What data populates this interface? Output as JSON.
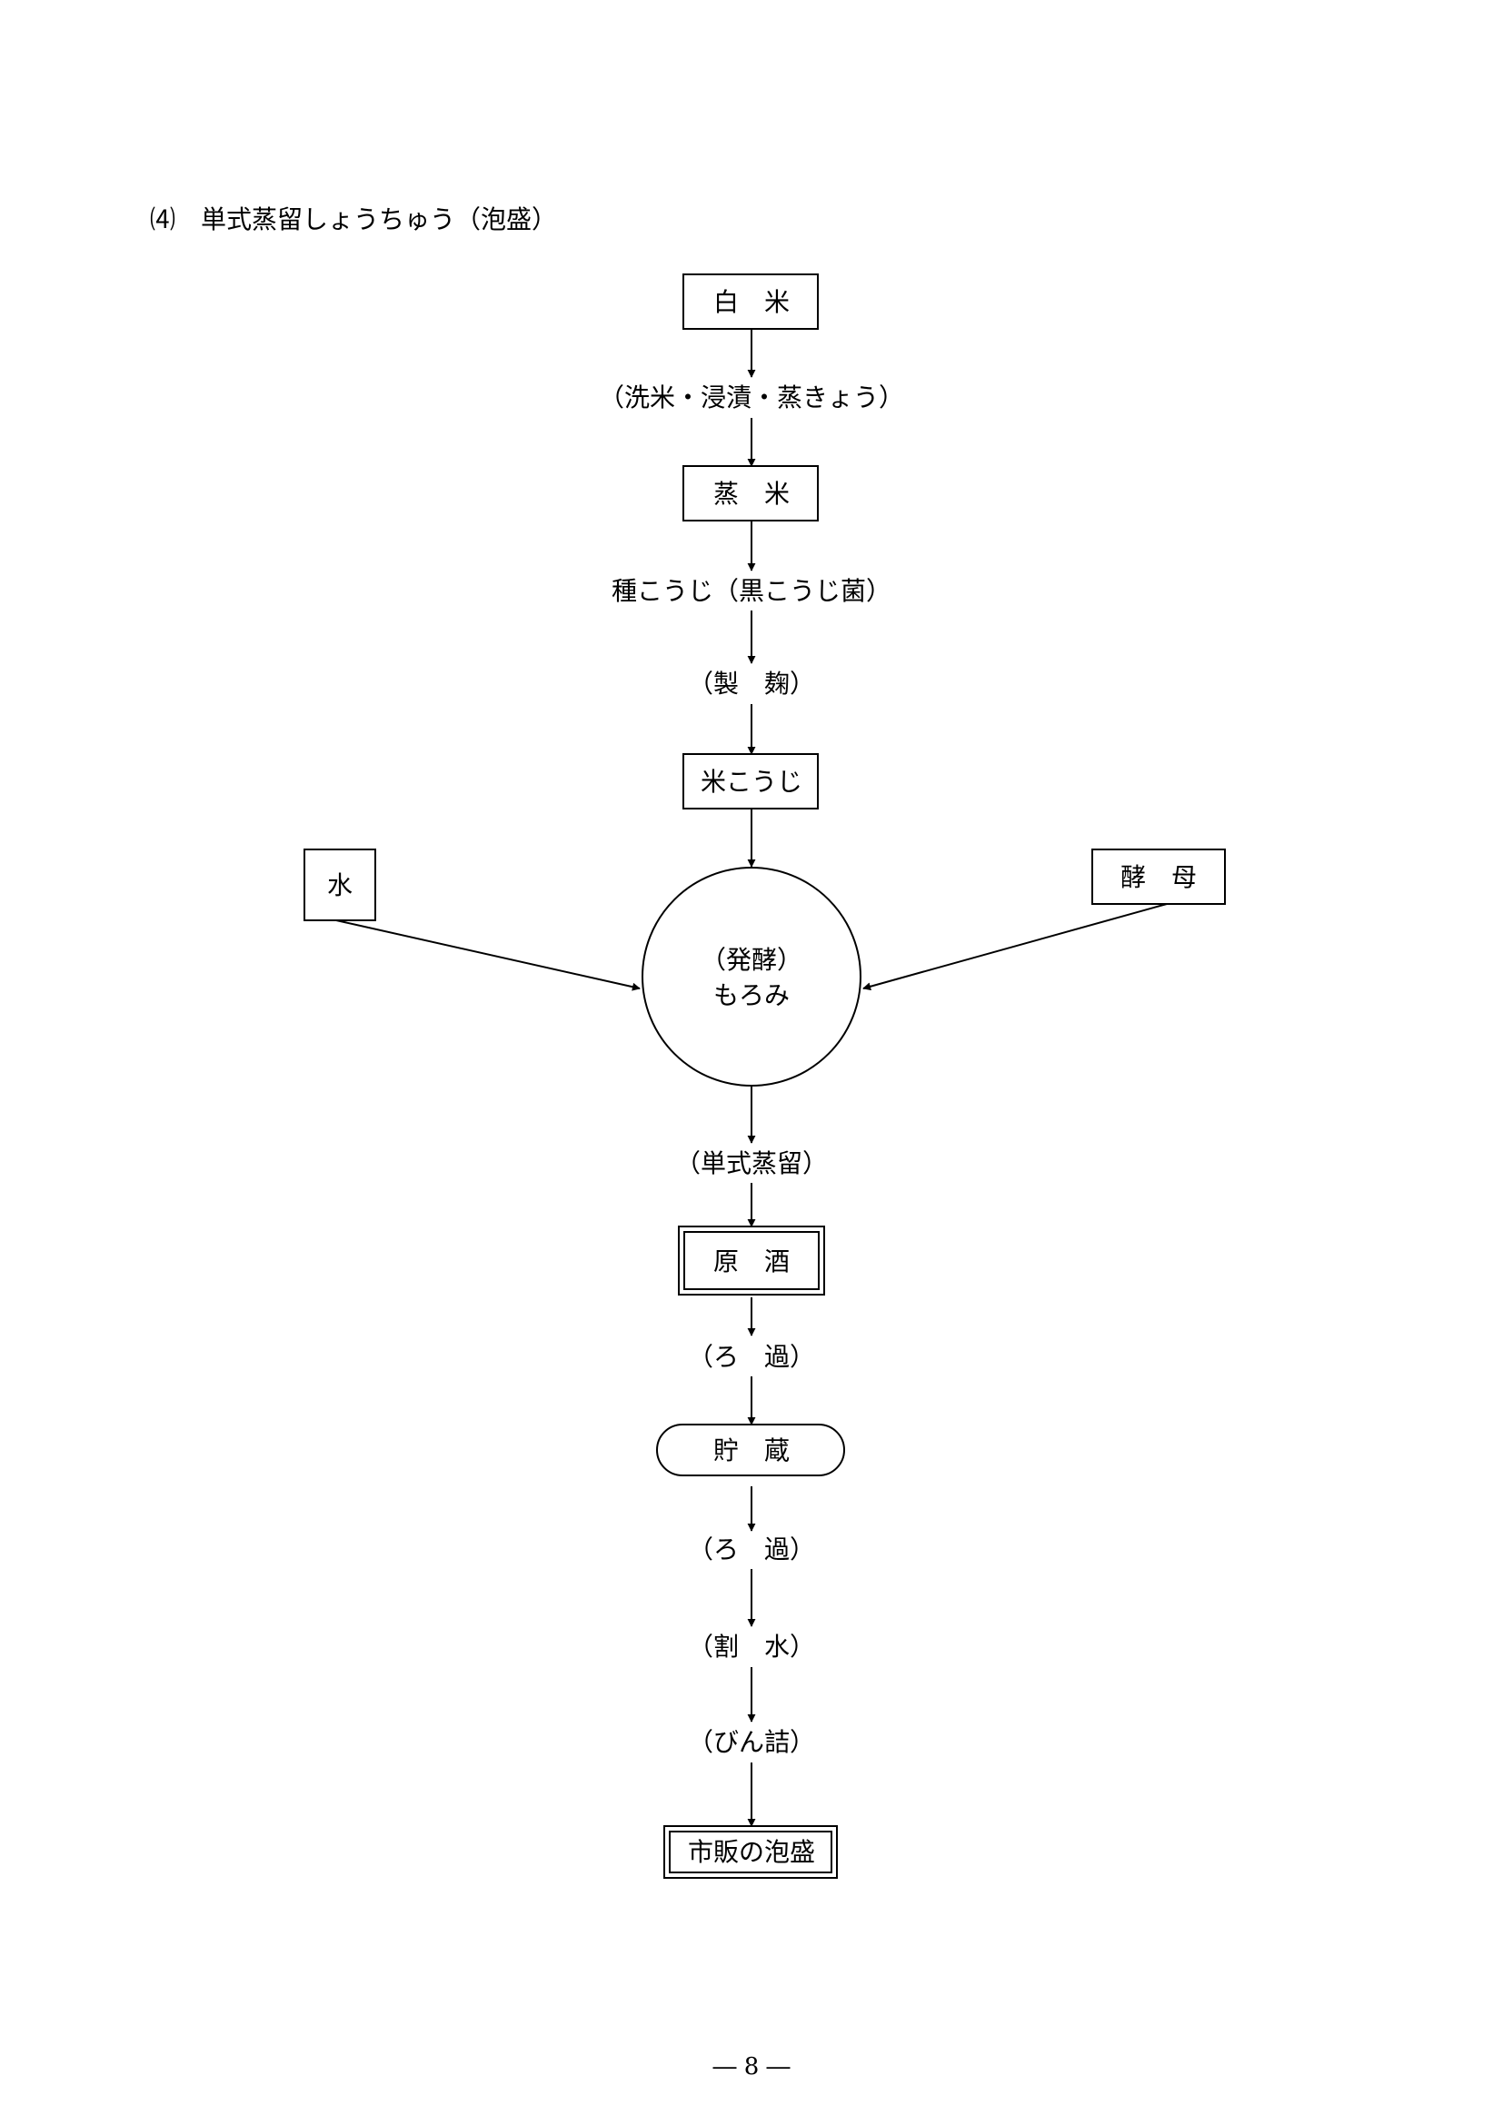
{
  "heading": {
    "number": "⑷",
    "title": "単式蒸留しょうちゅう（泡盛）"
  },
  "nodes": {
    "white_rice": "白　米",
    "step_wash": "（洗米・浸漬・蒸きょう）",
    "steamed_rice": "蒸　米",
    "seed_koji": "種こうじ（黒こうじ菌）",
    "step_koji_making": "（製　麹）",
    "rice_koji": "米こうじ",
    "water": "水",
    "yeast": "酵　母",
    "moromi_step": "（発酵）",
    "moromi": "もろみ",
    "step_distill": "（単式蒸留）",
    "raw_spirit": "原　酒",
    "step_filter1": "（ろ　過）",
    "storage": "貯　蔵",
    "step_filter2": "（ろ　過）",
    "step_dilute": "（割　水）",
    "step_bottle": "（びん詰）",
    "product": "市販の泡盛"
  },
  "page_number": "― 8 ―"
}
